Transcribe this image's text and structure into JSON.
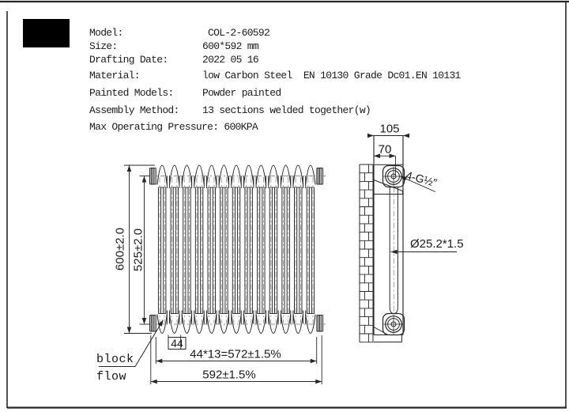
{
  "logo": {
    "name": "brand-logo-block"
  },
  "spec_table": {
    "rows": [
      {
        "label": "Model:",
        "value": "COL-2-60592"
      },
      {
        "label": "Size:",
        "value": "600*592 mm"
      },
      {
        "label": "Drafting Date:",
        "value": "2022 05 16"
      },
      {
        "label": "Material:",
        "value": "low Carbon Steel  EN 10130 Grade Dc01.EN 10131"
      },
      {
        "label": "Painted Models:",
        "value": "Powder painted"
      },
      {
        "label": "Assembly Method:",
        "value": "13 sections welded together(w)"
      },
      {
        "label": "Max Operating Pressure:",
        "value": "600KPA"
      }
    ]
  },
  "front_view": {
    "sections": 13,
    "dim_overall_height": "600±2.0",
    "dim_center_height": "525±2.0",
    "dim_section_width": "44",
    "dim_sections_total": "44*13=572±1.5%",
    "dim_overall_width": "592±1.5%",
    "callout_line1": "block",
    "callout_line2": "flow"
  },
  "side_view": {
    "dim_depth": "105",
    "dim_wall_to_center": "70",
    "thread_label": "4-G½″",
    "tube_label": "Ø25.2*1.5"
  },
  "colors": {
    "line": "#262626",
    "centerline": "#8f8f8f",
    "text": "#1a1a1a"
  }
}
